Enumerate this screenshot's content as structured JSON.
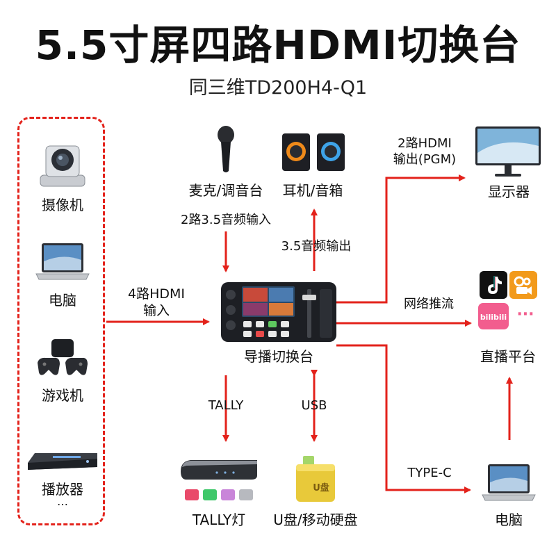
{
  "title": "5.5寸屏四路HDMI切换台",
  "subtitle": "同三维TD200H4-Q1",
  "center": {
    "label": "导播切换台"
  },
  "sources": [
    {
      "label": "摄像机",
      "icon": "ptz-camera-icon"
    },
    {
      "label": "电脑",
      "icon": "laptop-icon"
    },
    {
      "label": "游戏机",
      "icon": "game-console-icon"
    },
    {
      "label": "播放器",
      "icon": "media-player-icon"
    }
  ],
  "sources_more": "…",
  "input_label_line1": "4路HDMI",
  "input_label_line2": "输入",
  "mic": {
    "label": "麦克/调音台",
    "edge": "2路3.5音频输入"
  },
  "speaker": {
    "label": "耳机/音箱",
    "edge": "3.5音频输出"
  },
  "monitor": {
    "label": "显示器",
    "edge_line1": "2路HDMI",
    "edge_line2": "输出(PGM)"
  },
  "live": {
    "label": "直播平台",
    "edge": "网络推流",
    "more": "···",
    "bili_text": "bilibili"
  },
  "tally": {
    "label": "TALLY灯",
    "edge": "TALLY"
  },
  "usb": {
    "label": "U盘/移动硬盘",
    "edge": "USB",
    "badge": "U盘"
  },
  "pc_out": {
    "label": "电脑",
    "edge": "TYPE-C"
  },
  "colors": {
    "arrow": "#e3221b",
    "accent_orange": "#f29a1b",
    "bili_pink": "#f25d8e"
  }
}
